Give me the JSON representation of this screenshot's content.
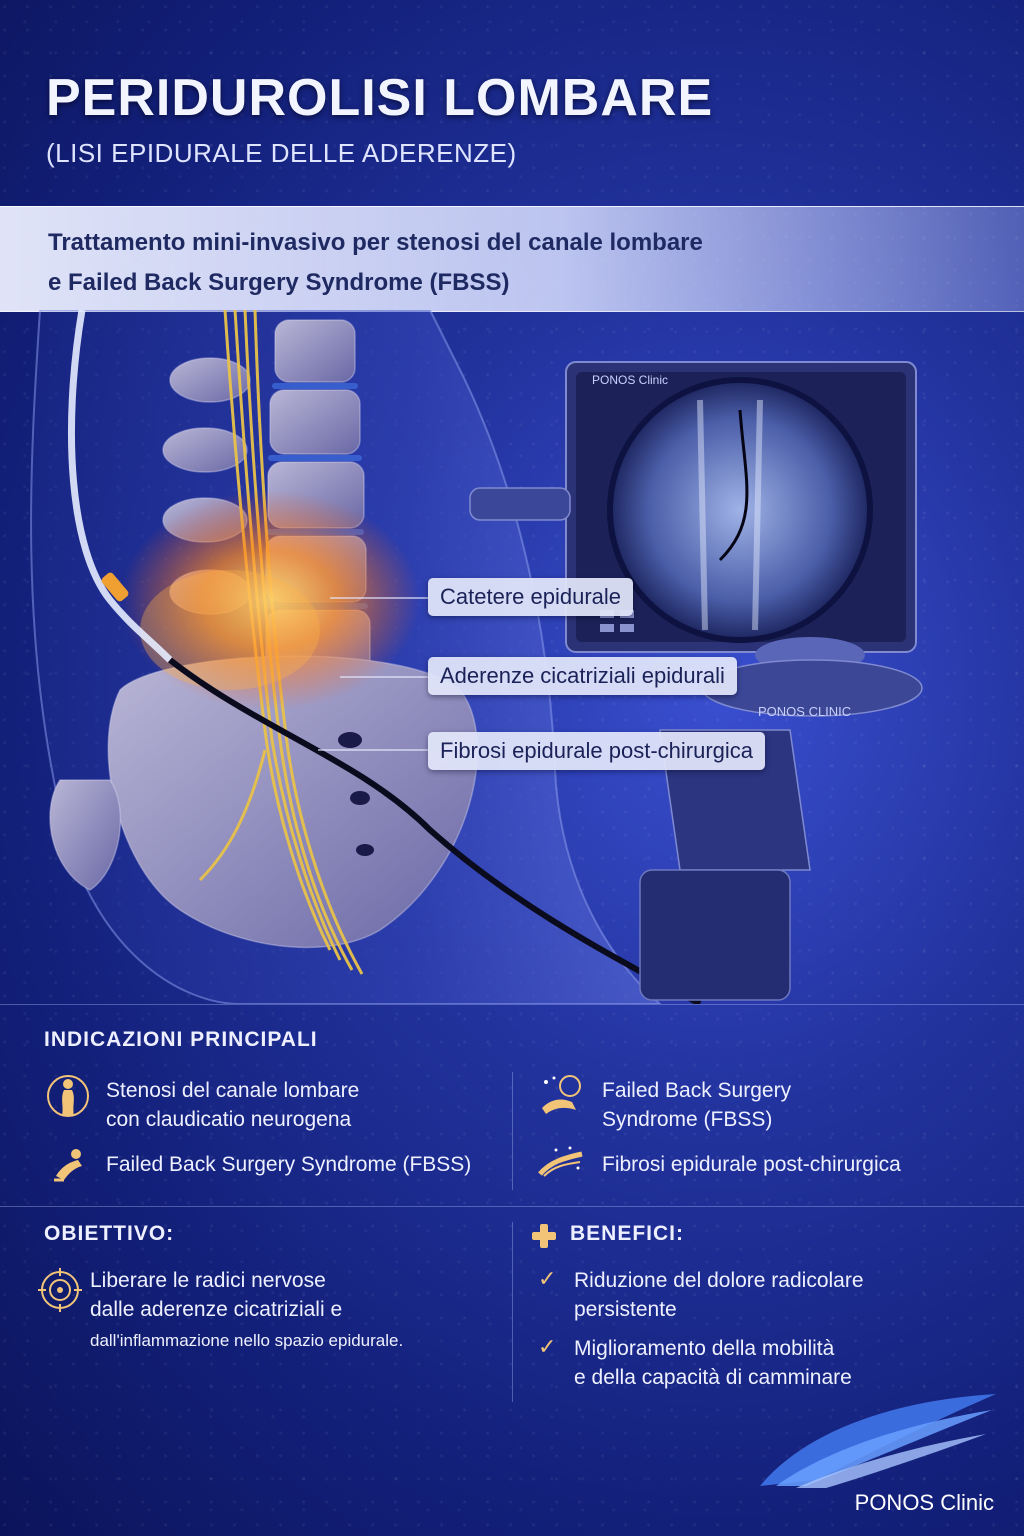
{
  "header": {
    "title": "PERIDUROLISI LOMBARE",
    "subtitle": "(LISI EPIDURALE DELLE ADERENZE)"
  },
  "banner": {
    "line1": "Trattamento mini-invasivo per stenosi del canale lombare",
    "line2": "e Failed Back Surgery Syndrome (FBSS)"
  },
  "illustration": {
    "monitor_brand": "PONOS Clinic",
    "device_brand": "PONOS CLINIC",
    "callouts": [
      "Catetere epidurale",
      "Aderenze cicatriziali epidurali",
      "Fibrosi epidurale post-chirurgica"
    ]
  },
  "indications": {
    "title": "INDICAZIONI PRINCIPALI",
    "items": [
      {
        "line1": "Stenosi del canale lombare",
        "line2": "con claudicatio neurogena",
        "icon": "stenosis-figure-icon"
      },
      {
        "line1": "Failed Back Surgery",
        "line2": "Syndrome (FBSS)",
        "icon": "spine-pain-icon"
      },
      {
        "line1": "Failed Back Surgery Syndrome (FBSS)",
        "line2": "",
        "icon": "back-pain-figure-icon"
      },
      {
        "line1": "Fibrosi epidurale post-chirurgica",
        "line2": "",
        "icon": "fibrosis-icon"
      }
    ]
  },
  "objective": {
    "title": "OBIETTIVO:",
    "line1": "Liberare le radici nervose",
    "line2": "dalle aderenze cicatriziali e",
    "line3": "dall'inflammazione nello spazio epidurale."
  },
  "benefits": {
    "title": "BENEFICI:",
    "items": [
      {
        "line1": "Riduzione del dolore radicolare",
        "line2": "persistente"
      },
      {
        "line1": "Miglioramento della mobilità",
        "line2": "e della capacità di camminare"
      }
    ]
  },
  "logo": {
    "text": "PONOS Clinic"
  },
  "colors": {
    "background": "#1a2a8f",
    "banner": "#e4e8fb",
    "accent_gold": "#f1c478",
    "nerve_yellow": "#e8c24a",
    "inflammation_orange": "#ff8a1e",
    "text_light": "#eef0ff"
  }
}
